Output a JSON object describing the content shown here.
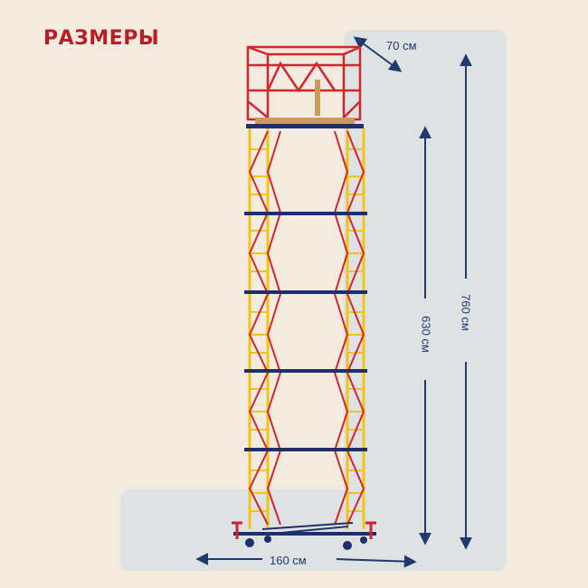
{
  "title": "РАЗМЕРЫ",
  "dimensions": {
    "depth": "70 см",
    "width": "160 см",
    "platform_height": "630 см",
    "total_height": "760 см"
  },
  "colors": {
    "title": "#b81f25",
    "dimension": "#1e3a6e",
    "frame_yellow": "#f2c41a",
    "frame_red": "#d2262a",
    "frame_blue": "#1f2f6b",
    "platform_wood": "#c99a5b",
    "background": "#f3ebdf",
    "panel": "#dfe2e3"
  }
}
